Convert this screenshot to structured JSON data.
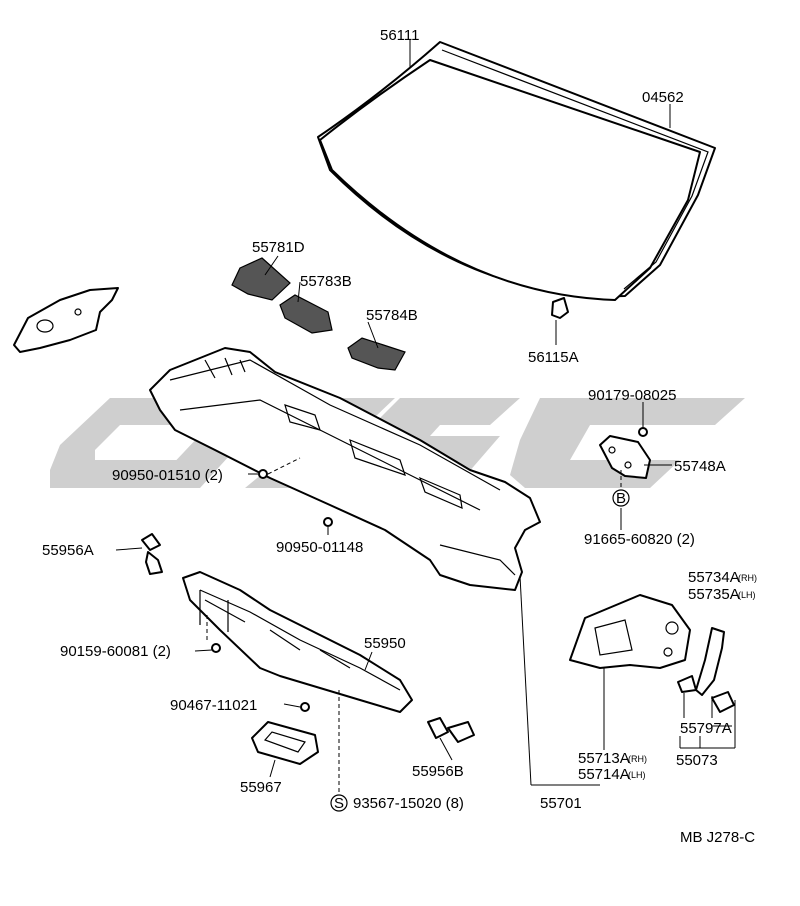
{
  "watermark": {
    "color": "#c8c8c8"
  },
  "labels": {
    "p56111": "56111",
    "p04562": "04562",
    "p55781D": "55781D",
    "p55783B": "55783B",
    "p55784B": "55784B",
    "p56115A": "56115A",
    "p90179": "90179-08025",
    "p55748A": "55748A",
    "p91665": "91665-60820 (2)",
    "p91665_mark": "B",
    "p90950_01510": "90950-01510 (2)",
    "p90950_01148": "90950-01148",
    "p55956A": "55956A",
    "p55734A": "55734A",
    "p55734A_side": "(RH)",
    "p55735A": "55735A",
    "p55735A_side": "(LH)",
    "p90159": "90159-60081 (2)",
    "p55950": "55950",
    "p90467": "90467-11021",
    "p55797A": "55797A",
    "p55713A": "55713A",
    "p55713A_side": "(RH)",
    "p55714A": "55714A",
    "p55714A_side": "(LH)",
    "p55073": "55073",
    "p55967": "55967",
    "p55956B": "55956B",
    "p93567": "93567-15020 (8)",
    "p93567_mark": "S",
    "p55701": "55701",
    "diagram_code": "MB J278-C"
  }
}
